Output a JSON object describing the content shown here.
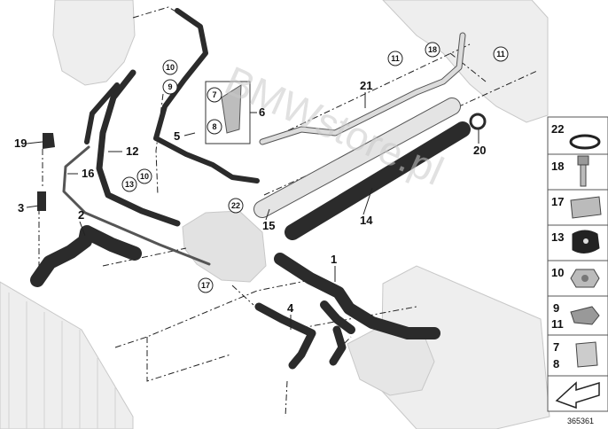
{
  "watermark": "BMWstore.pl",
  "reference_number": "365361",
  "callouts": [
    "1",
    "2",
    "3",
    "4",
    "5",
    "6",
    "12",
    "14",
    "15",
    "16",
    "19",
    "20",
    "21"
  ],
  "circled_callouts": [
    "10",
    "9",
    "7",
    "8",
    "18",
    "11",
    "11",
    "13",
    "10",
    "22",
    "17"
  ],
  "legend": [
    {
      "label": "22"
    },
    {
      "label": "18"
    },
    {
      "label": "17"
    },
    {
      "label": "13"
    },
    {
      "label": "10"
    },
    {
      "label": "9",
      "label2": "11"
    },
    {
      "label": "7",
      "label2": "8"
    }
  ]
}
